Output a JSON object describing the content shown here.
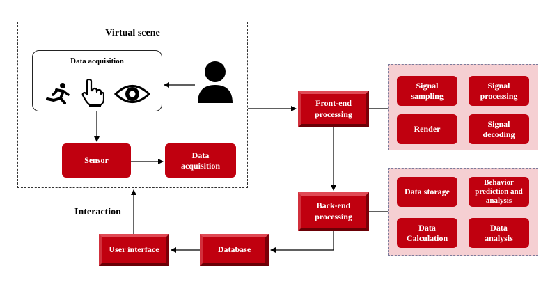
{
  "scene": {
    "title": "Virtual scene",
    "data_acquisition_panel": {
      "title": "Data acquisition",
      "icons": [
        "running-person-icon",
        "hand-pointer-icon",
        "eye-icon"
      ]
    },
    "sensor_label": "Sensor",
    "data_acquisition_box": "Data acquisition"
  },
  "user_icon": "person-icon",
  "interaction_label": "Interaction",
  "front_end": {
    "label": "Front-end processing"
  },
  "front_panel": {
    "items": [
      "Signal sampling",
      "Signal processing",
      "Render",
      "Signal decoding"
    ]
  },
  "back_end": {
    "label": "Back-end processing"
  },
  "back_panel": {
    "items": [
      "Data storage",
      "Behavior prediction and analysis",
      "Data Calculation",
      "Data analysis"
    ]
  },
  "database": {
    "label": "Database"
  },
  "user_interface": {
    "label": "User interface"
  },
  "colors": {
    "accent_red": "#c0000f",
    "panel_pink": "#f5cfd2"
  }
}
